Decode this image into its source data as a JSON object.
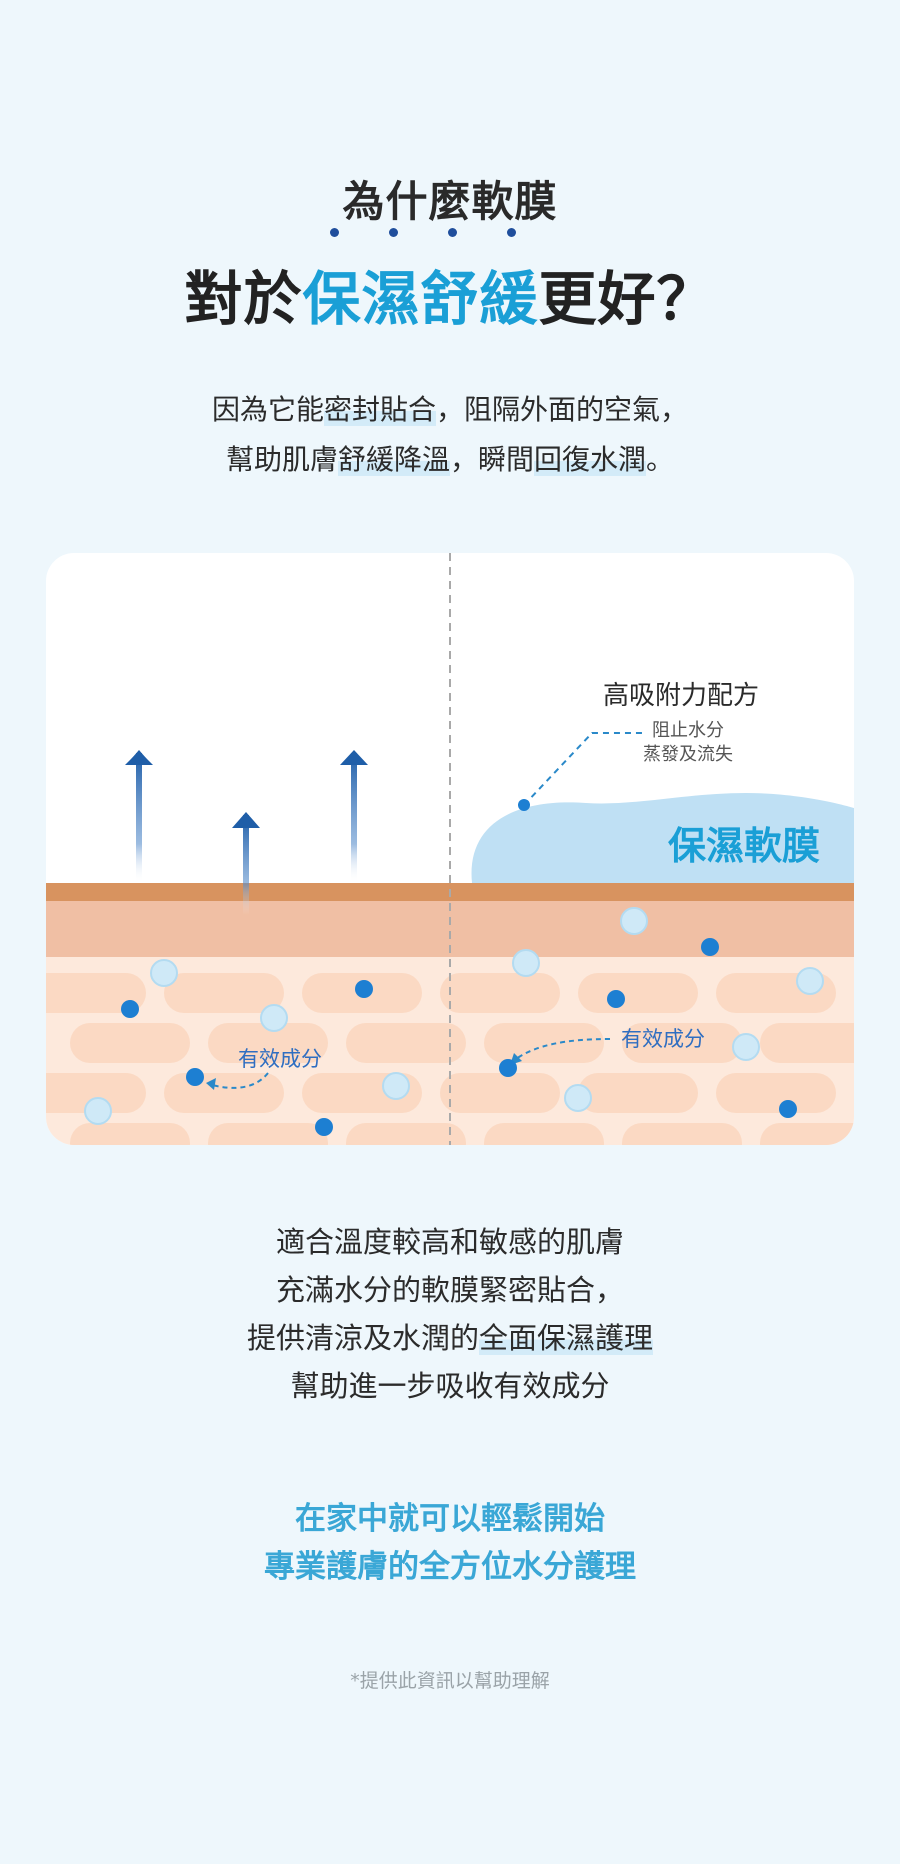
{
  "title": {
    "line1": "為什麼軟膜",
    "line2_before": "對於",
    "line2_highlight": "保濕舒緩",
    "line2_after": "更好？"
  },
  "intro": {
    "l1_a": "因為它能",
    "l1_mark": "密封貼合",
    "l1_b": "，阻隔外面的空氣，",
    "l2_a": "幫助肌膚",
    "l2_mark1": "舒緩降溫",
    "l2_b": "，瞬間",
    "l2_mark2": "回復水潤",
    "l2_c": "。"
  },
  "illustration": {
    "formula_label": "高吸附力配方",
    "stop_line1": "阻止水分",
    "stop_line2": "蒸發及流失",
    "mask_label": "保濕軟膜",
    "active_left": "有效成分",
    "active_right": "有效成分",
    "colors": {
      "arrow": "#1f5ea8",
      "mask": "#bfe0f4",
      "skin_top": "#d8935f",
      "skin_mid": "#f0bfa4",
      "cells": "#fbd9c3",
      "cell_bg": "#fde9dc",
      "dot_blue": "#1d7fd2",
      "bubble": "#cfe9f7"
    }
  },
  "body": {
    "l1": "適合溫度較高和敏感的肌膚",
    "l2": "充滿水分的軟膜緊密貼合，",
    "l3_a": "提供清涼及水潤的",
    "l3_mark": "全面保濕護理",
    "l4": "幫助進一步吸收有效成分"
  },
  "cta": {
    "l1": "在家中就可以輕鬆開始",
    "l2": "專業護膚的全方位水分護理"
  },
  "footnote": "*提供此資訊以幫助理解"
}
